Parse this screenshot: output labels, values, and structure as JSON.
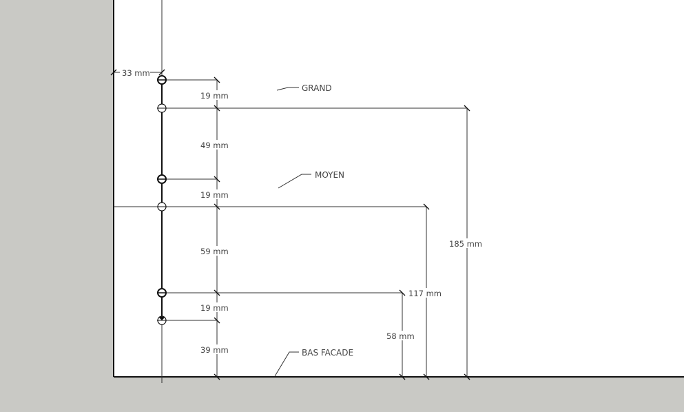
{
  "dimensions": {
    "offset_33": "33 mm",
    "grand_19": "19 mm",
    "gap_49": "49 mm",
    "moyen_19": "19 mm",
    "gap_59": "59 mm",
    "bas_19": "19 mm",
    "gap_39": "39 mm",
    "height_185": "185 mm",
    "height_117": "117 mm",
    "height_58": "58 mm"
  },
  "labels": {
    "grand": "GRAND",
    "moyen": "MOYEN",
    "bas_facade": "BAS FACADE"
  },
  "colors": {
    "canvas": "#ffffff",
    "background": "#c9c9c5",
    "line": "#303030"
  }
}
